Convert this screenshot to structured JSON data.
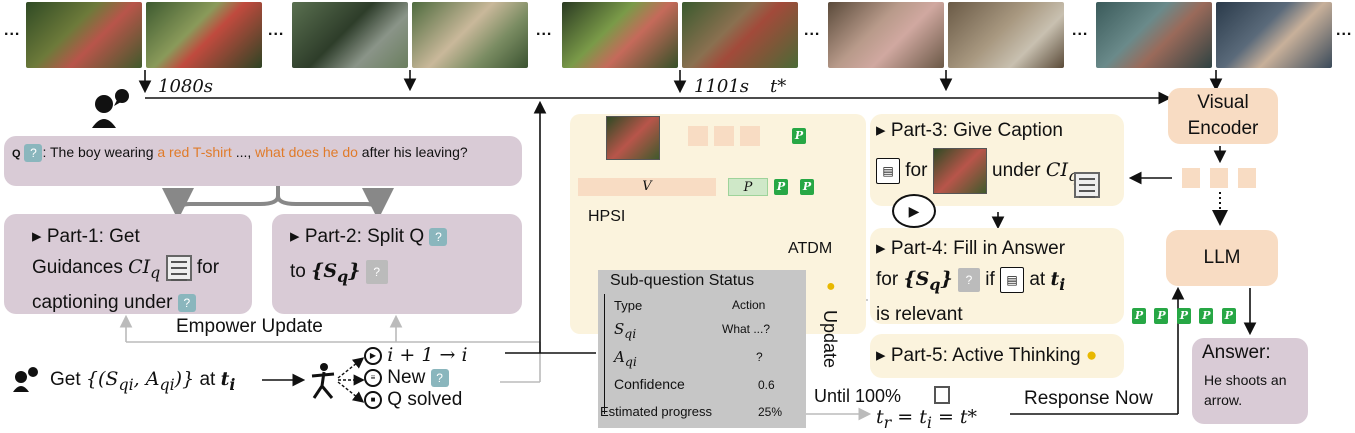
{
  "timeline": {
    "ellipsis": "...",
    "t1": "1080s",
    "t2": "1101s",
    "t3": "t*"
  },
  "question": {
    "q_label": "Q",
    "prefix": ": The boy wearing ",
    "hl1": "a red T-shirt",
    "mid": " ..., ",
    "hl2": "what does he do",
    "suffix": " after his leaving?"
  },
  "part1": {
    "line1": "Part-1: Get",
    "line2a": "Guidances",
    "ci": "CI",
    "ci_sub": "q",
    "line2b": "for",
    "line3": "captioning  under"
  },
  "part2": {
    "line1": "Part-2: Split Q",
    "line2a": "to",
    "sq": "{S",
    "sq_sub": "q",
    "sq_close": "}"
  },
  "empower": "Empower Update",
  "bottom_left": {
    "get_prefix": "Get",
    "get_formula": "{(S",
    "get_sub1": "qi",
    "get_mid": ", A",
    "get_sub2": "qi",
    "get_close": ")}",
    "at": "at",
    "ti": "t",
    "ti_sub": "i",
    "step1": "i + 1 → i",
    "step2": "New",
    "step3": "Q solved"
  },
  "hpsi": {
    "label": "HPSI",
    "v": "V",
    "p": "P"
  },
  "atdm": "ATDM",
  "status": {
    "title": "Sub-question Status",
    "rows": [
      {
        "k": "Type",
        "v": "Action"
      },
      {
        "k": "S",
        "sub": "qi",
        "v": "What ...?"
      },
      {
        "k": "A",
        "sub": "qi",
        "v": "?"
      },
      {
        "k": "Confidence",
        "v": "0.6"
      }
    ],
    "progress_label": "Estimated progress",
    "progress_value": "25%"
  },
  "update": "Update",
  "until": "Until 100%",
  "tr_formula": "t",
  "tr_sub": "r",
  "tr_eq": " = t",
  "tr_sub2": "i",
  "tr_eq2": " = t*",
  "response_now": "Response Now",
  "part3": {
    "line1": "Part-3: Give Caption",
    "for": "for",
    "under": "under",
    "ci": "CI",
    "ci_sub": "q"
  },
  "part4": {
    "line1": "Part-4: Fill in Answer",
    "for": "for",
    "sq": "{S",
    "sq_sub": "q",
    "sq_close": "}",
    "if": "if",
    "at": "at",
    "ti": "t",
    "ti_sub": "i",
    "line3": "is relevant"
  },
  "part5": {
    "label": "Part-5: Active Thinking"
  },
  "visual_encoder": {
    "line1": "Visual",
    "line2": "Encoder"
  },
  "llm": "LLM",
  "answer": {
    "title": "Answer:",
    "text": "He shoots an arrow."
  },
  "p_tokens": [
    "P",
    "P",
    "P",
    "P",
    "P"
  ],
  "colors": {
    "purple": "#d9cbd6",
    "cream": "#fbf3dd",
    "peach": "#f8dcc3",
    "green": "#27a745",
    "orange": "#e07b2a"
  }
}
